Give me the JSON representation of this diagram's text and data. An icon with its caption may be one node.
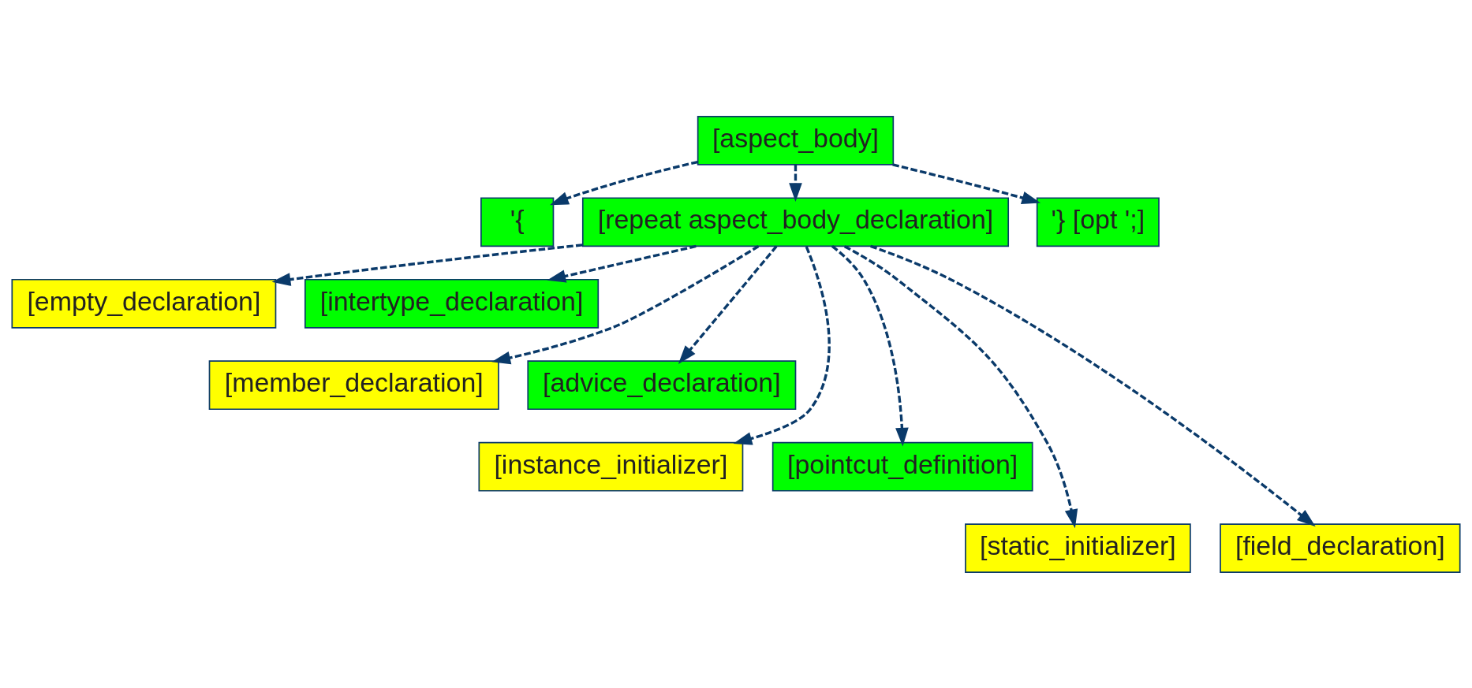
{
  "diagram": {
    "nodes": [
      {
        "text": [
          "[aspect_body]"
        ]
      },
      {
        "text": [
          "'{"
        ]
      },
      {
        "text": [
          "[repeat aspect_body_declaration]"
        ]
      },
      {
        "text": [
          "'} [opt ';]"
        ]
      },
      {
        "text": [
          "[empty_declaration]"
        ]
      },
      {
        "text": [
          "[intertype_declaration]"
        ]
      },
      {
        "text": [
          "[member_declaration]"
        ]
      },
      {
        "text": [
          "[advice_declaration]"
        ]
      },
      {
        "text": [
          "[instance_initializer]"
        ]
      },
      {
        "text": [
          "[pointcut_definition]"
        ]
      },
      {
        "text": [
          "[static_initializer]"
        ]
      },
      {
        "text": [
          "[field_declaration]"
        ]
      }
    ],
    "edges": [
      {
        "from": 0,
        "to": 1,
        "arrow": "to",
        "style": "dashed"
      },
      {
        "from": 0,
        "to": 2,
        "arrow": "to",
        "style": "dashed"
      },
      {
        "from": 0,
        "to": 3,
        "arrow": "to",
        "style": "dashed"
      },
      {
        "from": 2,
        "to": 4,
        "arrow": "to",
        "style": "dashed"
      },
      {
        "from": 2,
        "to": 5,
        "arrow": "to",
        "style": "dashed"
      },
      {
        "from": 2,
        "to": 6,
        "arrow": "to",
        "style": "dashed"
      },
      {
        "from": 2,
        "to": 7,
        "arrow": "to",
        "style": "dashed"
      },
      {
        "from": 2,
        "to": 8,
        "arrow": "to",
        "style": "dashed"
      },
      {
        "from": 2,
        "to": 9,
        "arrow": "to",
        "style": "dashed"
      },
      {
        "from": 2,
        "to": 10,
        "arrow": "to",
        "style": "dashed"
      },
      {
        "from": 2,
        "to": 11,
        "arrow": "to",
        "style": "dashed"
      }
    ]
  }
}
